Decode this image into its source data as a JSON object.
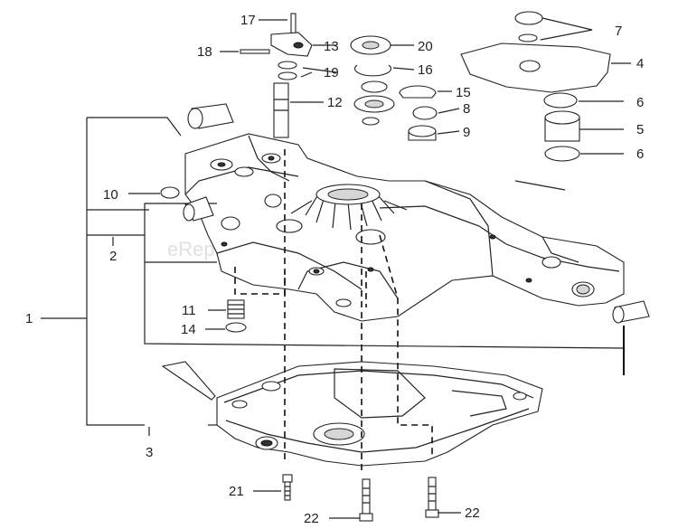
{
  "watermark": "eReplacementParts.com",
  "callouts": {
    "c1": "1",
    "c2": "2",
    "c3": "3",
    "c4": "4",
    "c5": "5",
    "c6a": "6",
    "c6b": "6",
    "c7": "7",
    "c8": "8",
    "c9": "9",
    "c10": "10",
    "c11": "11",
    "c12": "12",
    "c13": "13",
    "c14": "14",
    "c15": "15",
    "c16": "16",
    "c17": "17",
    "c18": "18",
    "c19": "19",
    "c20": "20",
    "c21": "21",
    "c22a": "22",
    "c22b": "22"
  }
}
